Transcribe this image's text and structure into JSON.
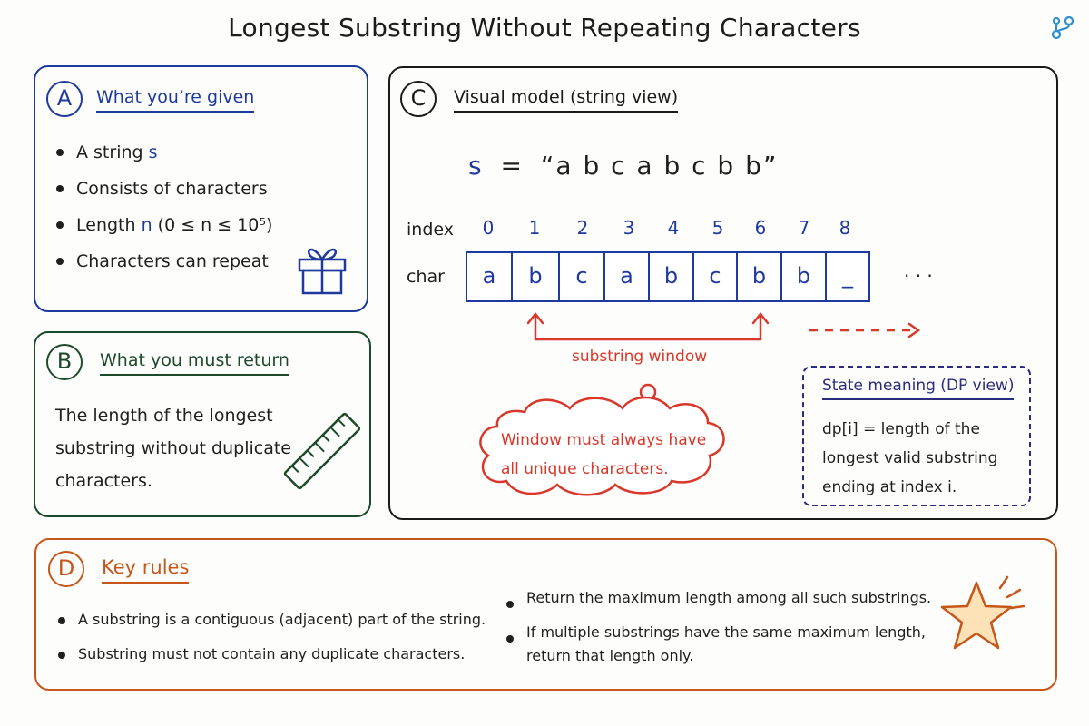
{
  "title": "Longest Substring Without Repeating Characters",
  "colors": {
    "panel_a": "#1f3a9e",
    "panel_b": "#1d4a2a",
    "panel_c": "#1a1a1a",
    "panel_d": "#c7561a",
    "accent_red": "#d9372a",
    "state_box": "#2a2d7e"
  },
  "icons": {
    "corner": "branch-icon",
    "given": "gift-icon",
    "return": "ruler-icon",
    "rules": "star-icon"
  },
  "panel_a": {
    "badge": "A",
    "heading": "What you’re given",
    "items": [
      {
        "text": "A string ",
        "code": "s",
        "tail": ""
      },
      {
        "text": "Consists of characters",
        "code": "",
        "tail": ""
      },
      {
        "text": "Length ",
        "code": "n",
        "tail": " (0 ≤ n ≤ 10⁵)"
      },
      {
        "text": "Characters can repeat",
        "code": "",
        "tail": ""
      }
    ]
  },
  "panel_b": {
    "badge": "B",
    "heading": "What you must return",
    "body_lines": [
      "The length of the longest",
      "substring without duplicate",
      "characters."
    ]
  },
  "panel_c": {
    "badge": "C",
    "heading": "Visual model (string view)",
    "eq_var": "s",
    "eq_sign": "=",
    "eq_value": "“a b c a b c b b”",
    "index_label": "index",
    "char_label": "char",
    "indices": [
      "0",
      "1",
      "2",
      "3",
      "4",
      "5",
      "6",
      "7",
      "8"
    ],
    "chars": [
      "a",
      "b",
      "c",
      "a",
      "b",
      "c",
      "b",
      "b",
      "_"
    ],
    "ellipsis": "· · ·",
    "window_label": "substring window",
    "cloud_lines": [
      "Window must always have",
      "all unique characters."
    ],
    "state_title": "State meaning (DP view)",
    "state_lines": [
      "dp[i] = length of the",
      "longest valid substring",
      "ending at index i."
    ]
  },
  "panel_d": {
    "badge": "D",
    "heading": "Key rules",
    "left_rules": [
      "A substring is a contiguous (adjacent) part of the string.",
      "Substring must not contain any duplicate characters."
    ],
    "right_rules": [
      {
        "line1": "Return the maximum length among all such substrings.",
        "line2": ""
      },
      {
        "line1": "If multiple substrings have the same maximum length,",
        "line2": "return that length only."
      }
    ]
  }
}
